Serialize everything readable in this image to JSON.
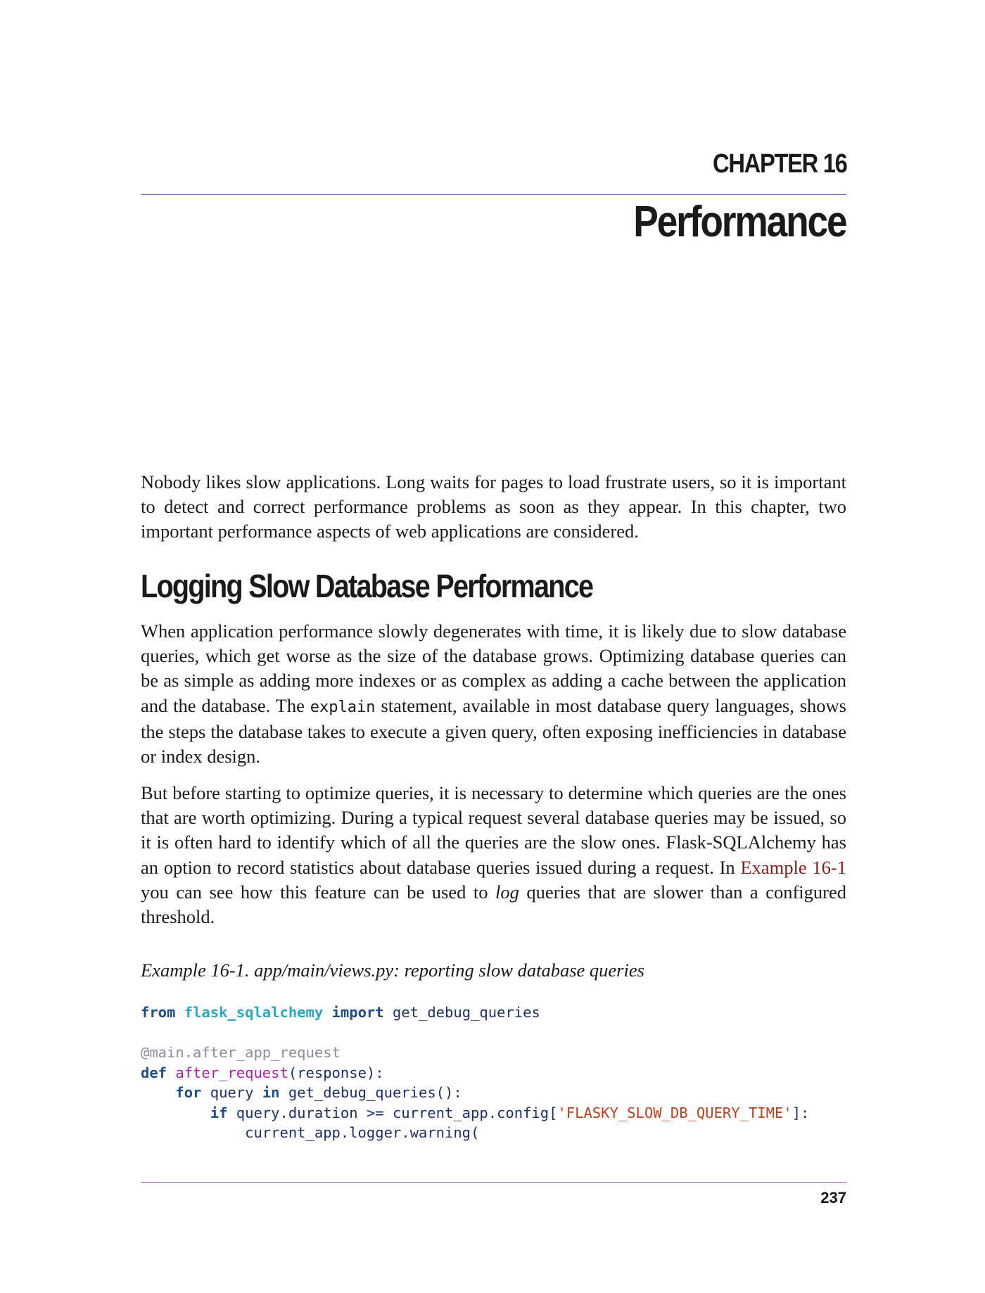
{
  "chapter": {
    "label": "CHAPTER 16",
    "title": "Performance"
  },
  "intro": "Nobody likes slow applications. Long waits for pages to load frustrate users, so it is important to detect and correct performance problems as soon as they appear. In this chapter, two important performance aspects of web applications are considered.",
  "section": {
    "heading": "Logging Slow Database Performance",
    "para1": {
      "before_code": "When application performance slowly degenerates with time, it is likely due to slow database queries, which get worse as the size of the database grows. Optimizing data­base queries can be as simple as adding more indexes or as complex as adding a cache between the application and the database. The ",
      "code": "explain",
      "after_code": " statement, available in most database query languages, shows the steps the database takes to execute a given query, often exposing inefficiencies in database or index design."
    },
    "para2": {
      "before_link": "But before starting to optimize queries, it is necessary to determine which queries are the ones that are worth optimizing. During a typical request several database queries may be issued, so it is often hard to identify which of all the queries are the slow ones. Flask-SQLAlchemy has an option to record statistics about database queries issued during a request. In ",
      "link": "Example 16-1",
      "middle": " you can see how this feature can be used to ",
      "emphasis": "log",
      "after": " queries that are slower than a configured threshold."
    }
  },
  "example": {
    "caption": "Example 16-1. app/main/views.py: reporting slow database queries",
    "code": {
      "l1_from": "from",
      "l1_module": "flask_sqlalchemy",
      "l1_import": "import",
      "l1_name": "get_debug_queries",
      "l3_decorator": "@main.after_app_request",
      "l4_def": "def",
      "l4_fn": "after_request",
      "l4_rest": "(response):",
      "l5_for": "for",
      "l5_var": "query",
      "l5_in": "in",
      "l5_rest": "get_debug_queries():",
      "l6_if": "if",
      "l6_cond": "query.duration >= current_app.config[",
      "l6_str": "'FLASKY_SLOW_DB_QUERY_TIME'",
      "l6_end": "]:",
      "l7": "current_app.logger.warning("
    }
  },
  "footer": {
    "page_number": "237"
  },
  "colors": {
    "rule": "#9b59b6",
    "link": "#8b1a1a",
    "keyword": "#1d4f86",
    "module": "#27a8c9",
    "decorator": "#8c8ca0",
    "function": "#b01fb0",
    "string": "#c0401c"
  }
}
